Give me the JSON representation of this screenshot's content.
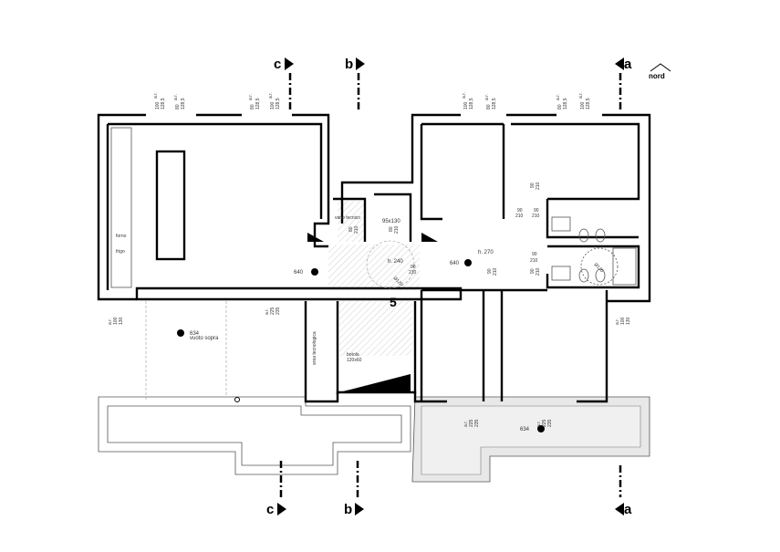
{
  "sections": {
    "c": "c",
    "b": "b",
    "a": "a"
  },
  "north": "nord",
  "windows_top": [
    {
      "w": "100",
      "h": "128,5",
      "ar": "a.r."
    },
    {
      "w": "80",
      "h": "128,5",
      "ar": "a.r."
    },
    {
      "w": "80",
      "h": "128,5",
      "ar": "a.r."
    },
    {
      "w": "100",
      "h": "128,5",
      "ar": "a.r."
    },
    {
      "w": "100",
      "h": "128,5",
      "ar": "a.r."
    },
    {
      "w": "80",
      "h": "128,5",
      "ar": "a.r."
    },
    {
      "w": "80",
      "h": "128,5",
      "ar": "a.r."
    },
    {
      "w": "100",
      "h": "128,5",
      "ar": "a.r."
    }
  ],
  "rooms": {
    "vano_tecnico": "vano tecnico",
    "lift": "95x130",
    "vuoto_sopra": "vuoto sopra",
    "area_tecnologica": "area tecnologica",
    "forno": "forno",
    "frigo": "frigo",
    "botola": "botola",
    "botola_size": "120x60",
    "stair_number": "5"
  },
  "heights": {
    "landing": "h. 240",
    "corridor": "h. 270"
  },
  "diameters": [
    "Ø120",
    "Ø120"
  ],
  "doors": {
    "w": "90",
    "h": "210",
    "w80": "80"
  },
  "levels": {
    "upper": "640",
    "lower": "634"
  },
  "side_windows": {
    "w": "100",
    "h": "130",
    "ar": "a.r."
  },
  "french_windows": {
    "w": "225",
    "h": "235",
    "ar": "a.r."
  }
}
